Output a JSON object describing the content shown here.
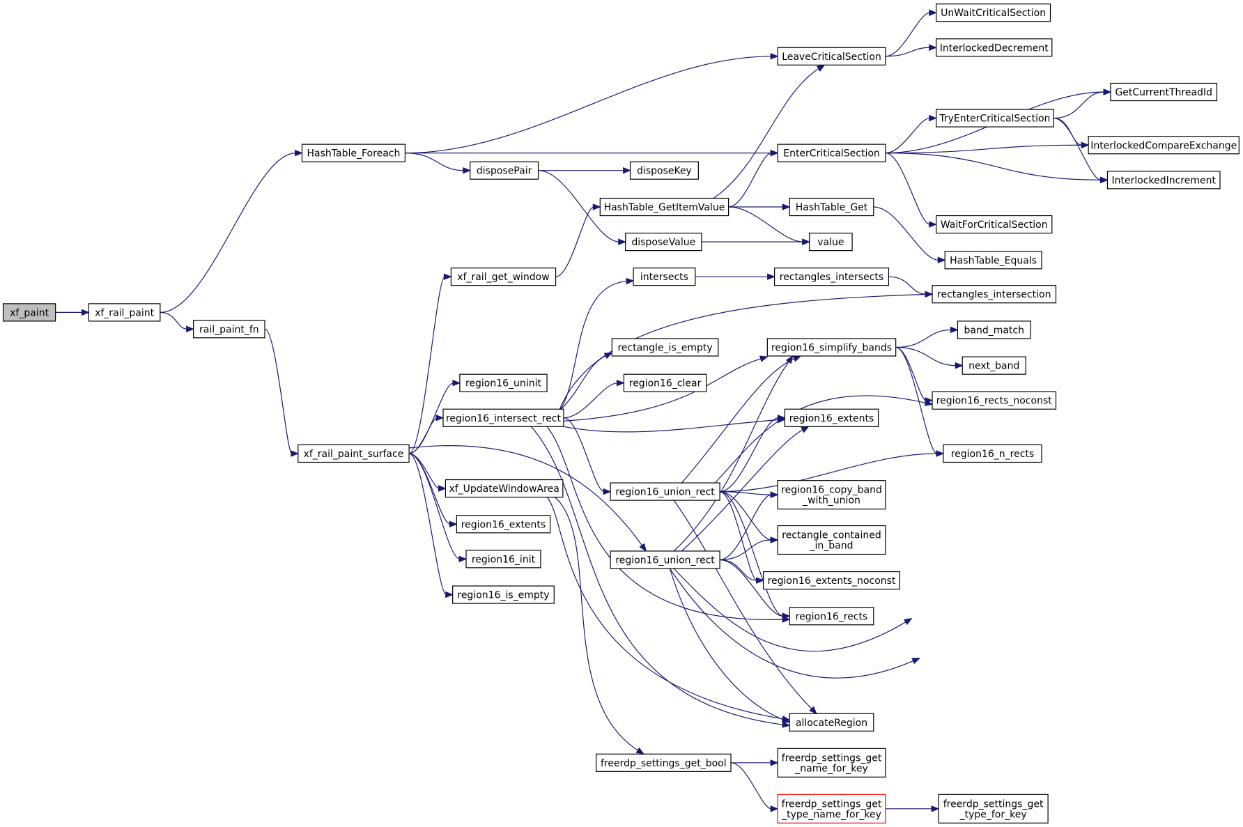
{
  "chart_data": {
    "type": "call-graph",
    "root": "xf_paint",
    "nodes": [
      {
        "id": "xf_paint",
        "lines": [
          "xf_paint"
        ]
      },
      {
        "id": "xf_rail_paint",
        "lines": [
          "xf_rail_paint"
        ]
      },
      {
        "id": "HashTable_Foreach",
        "lines": [
          "HashTable_Foreach"
        ]
      },
      {
        "id": "rail_paint_fn",
        "lines": [
          "rail_paint_fn"
        ]
      },
      {
        "id": "xf_rail_paint_surface",
        "lines": [
          "xf_rail_paint_surface"
        ]
      },
      {
        "id": "LeaveCriticalSection",
        "lines": [
          "LeaveCriticalSection"
        ]
      },
      {
        "id": "UnWaitCriticalSection",
        "lines": [
          "UnWaitCriticalSection"
        ]
      },
      {
        "id": "InterlockedDecrement",
        "lines": [
          "InterlockedDecrement"
        ]
      },
      {
        "id": "EnterCriticalSection",
        "lines": [
          "EnterCriticalSection"
        ]
      },
      {
        "id": "GetCurrentThreadId",
        "lines": [
          "GetCurrentThreadId"
        ]
      },
      {
        "id": "TryEnterCriticalSection",
        "lines": [
          "TryEnterCriticalSection"
        ]
      },
      {
        "id": "InterlockedCompareExchange",
        "lines": [
          "InterlockedCompareExchange"
        ]
      },
      {
        "id": "InterlockedIncrement",
        "lines": [
          "InterlockedIncrement"
        ]
      },
      {
        "id": "WaitForCriticalSection",
        "lines": [
          "WaitForCriticalSection"
        ]
      },
      {
        "id": "disposePair",
        "lines": [
          "disposePair"
        ]
      },
      {
        "id": "disposeKey",
        "lines": [
          "disposeKey"
        ]
      },
      {
        "id": "disposeValue",
        "lines": [
          "disposeValue"
        ]
      },
      {
        "id": "HashTable_GetItemValue",
        "lines": [
          "HashTable_GetItemValue"
        ]
      },
      {
        "id": "HashTable_Get",
        "lines": [
          "HashTable_Get"
        ]
      },
      {
        "id": "value",
        "lines": [
          "value"
        ]
      },
      {
        "id": "HashTable_Equals",
        "lines": [
          "HashTable_Equals"
        ]
      },
      {
        "id": "xf_rail_get_window",
        "lines": [
          "xf_rail_get_window"
        ]
      },
      {
        "id": "intersects",
        "lines": [
          "intersects"
        ]
      },
      {
        "id": "rectangles_intersects",
        "lines": [
          "rectangles_intersects"
        ]
      },
      {
        "id": "rectangles_intersection",
        "lines": [
          "rectangles_intersection"
        ]
      },
      {
        "id": "rectangle_is_empty",
        "lines": [
          "rectangle_is_empty"
        ]
      },
      {
        "id": "region16_uninit",
        "lines": [
          "region16_uninit"
        ]
      },
      {
        "id": "region16_clear",
        "lines": [
          "region16_clear"
        ]
      },
      {
        "id": "region16_intersect_rect",
        "lines": [
          "region16_intersect_rect"
        ]
      },
      {
        "id": "region16_simplify_bands",
        "lines": [
          "region16_simplify_bands"
        ]
      },
      {
        "id": "band_match",
        "lines": [
          "band_match"
        ]
      },
      {
        "id": "next_band",
        "lines": [
          "next_band"
        ]
      },
      {
        "id": "region16_rects_noconst",
        "lines": [
          "region16_rects_noconst"
        ]
      },
      {
        "id": "region16_extents_r",
        "lines": [
          "region16_extents"
        ]
      },
      {
        "id": "region16_n_rects",
        "lines": [
          "region16_n_rects"
        ]
      },
      {
        "id": "xf_UpdateWindowArea",
        "lines": [
          "xf_UpdateWindowArea"
        ]
      },
      {
        "id": "region16_union_rect_a",
        "lines": [
          "region16_union_rect"
        ]
      },
      {
        "id": "region16_copy_band_with_union",
        "lines": [
          "region16_copy_band",
          "_with_union"
        ]
      },
      {
        "id": "region16_extents_l",
        "lines": [
          "region16_extents"
        ]
      },
      {
        "id": "rectangle_contained_in_band",
        "lines": [
          "rectangle_contained",
          "_in_band"
        ]
      },
      {
        "id": "region16_init",
        "lines": [
          "region16_init"
        ]
      },
      {
        "id": "region16_union_rect_b",
        "lines": [
          "region16_union_rect"
        ]
      },
      {
        "id": "region16_extents_noconst",
        "lines": [
          "region16_extents_noconst"
        ]
      },
      {
        "id": "region16_is_empty",
        "lines": [
          "region16_is_empty"
        ]
      },
      {
        "id": "region16_rects",
        "lines": [
          "region16_rects"
        ]
      },
      {
        "id": "allocateRegion",
        "lines": [
          "allocateRegion"
        ]
      },
      {
        "id": "freerdp_settings_get_bool",
        "lines": [
          "freerdp_settings_get_bool"
        ]
      },
      {
        "id": "freerdp_settings_get_name_for_key",
        "lines": [
          "freerdp_settings_get",
          "_name_for_key"
        ]
      },
      {
        "id": "freerdp_settings_get_type_name_for_key",
        "lines": [
          "freerdp_settings_get",
          "_type_name_for_key"
        ]
      },
      {
        "id": "freerdp_settings_get_type_for_key",
        "lines": [
          "freerdp_settings_get",
          "_type_for_key"
        ]
      }
    ],
    "edges": [
      [
        "xf_paint",
        "xf_rail_paint"
      ],
      [
        "xf_rail_paint",
        "HashTable_Foreach"
      ],
      [
        "xf_rail_paint",
        "rail_paint_fn"
      ],
      [
        "HashTable_Foreach",
        "LeaveCriticalSection"
      ],
      [
        "HashTable_Foreach",
        "EnterCriticalSection"
      ],
      [
        "HashTable_Foreach",
        "disposePair"
      ],
      [
        "LeaveCriticalSection",
        "UnWaitCriticalSection"
      ],
      [
        "LeaveCriticalSection",
        "InterlockedDecrement"
      ],
      [
        "EnterCriticalSection",
        "GetCurrentThreadId"
      ],
      [
        "EnterCriticalSection",
        "TryEnterCriticalSection"
      ],
      [
        "EnterCriticalSection",
        "InterlockedCompareExchange"
      ],
      [
        "EnterCriticalSection",
        "InterlockedIncrement"
      ],
      [
        "EnterCriticalSection",
        "WaitForCriticalSection"
      ],
      [
        "TryEnterCriticalSection",
        "GetCurrentThreadId"
      ],
      [
        "TryEnterCriticalSection",
        "InterlockedCompareExchange"
      ],
      [
        "TryEnterCriticalSection",
        "InterlockedIncrement"
      ],
      [
        "disposePair",
        "disposeKey"
      ],
      [
        "disposePair",
        "disposeValue"
      ],
      [
        "disposeValue",
        "value"
      ],
      [
        "HashTable_GetItemValue",
        "LeaveCriticalSection"
      ],
      [
        "HashTable_GetItemValue",
        "EnterCriticalSection"
      ],
      [
        "HashTable_GetItemValue",
        "HashTable_Get"
      ],
      [
        "HashTable_GetItemValue",
        "value"
      ],
      [
        "HashTable_Get",
        "HashTable_Equals"
      ],
      [
        "rail_paint_fn",
        "xf_rail_paint_surface"
      ],
      [
        "xf_rail_paint_surface",
        "xf_rail_get_window"
      ],
      [
        "xf_rail_paint_surface",
        "region16_uninit"
      ],
      [
        "xf_rail_paint_surface",
        "region16_intersect_rect"
      ],
      [
        "xf_rail_paint_surface",
        "xf_UpdateWindowArea"
      ],
      [
        "xf_rail_paint_surface",
        "region16_extents_l"
      ],
      [
        "xf_rail_paint_surface",
        "region16_init"
      ],
      [
        "xf_rail_paint_surface",
        "region16_is_empty"
      ],
      [
        "xf_rail_paint_surface",
        "region16_union_rect_b"
      ],
      [
        "xf_rail_get_window",
        "HashTable_GetItemValue"
      ],
      [
        "region16_intersect_rect",
        "intersects"
      ],
      [
        "region16_intersect_rect",
        "rectangles_intersection"
      ],
      [
        "region16_intersect_rect",
        "rectangle_is_empty"
      ],
      [
        "region16_intersect_rect",
        "region16_clear"
      ],
      [
        "region16_intersect_rect",
        "region16_simplify_bands"
      ],
      [
        "region16_intersect_rect",
        "region16_extents_r"
      ],
      [
        "region16_intersect_rect",
        "region16_union_rect_a"
      ],
      [
        "region16_intersect_rect",
        "region16_rects"
      ],
      [
        "region16_intersect_rect",
        "allocateRegion"
      ],
      [
        "intersects",
        "rectangles_intersects"
      ],
      [
        "rectangles_intersects",
        "rectangles_intersection"
      ],
      [
        "region16_simplify_bands",
        "band_match"
      ],
      [
        "region16_simplify_bands",
        "next_band"
      ],
      [
        "region16_simplify_bands",
        "region16_rects_noconst"
      ],
      [
        "region16_simplify_bands",
        "region16_n_rects"
      ],
      [
        "region16_union_rect_a",
        "region16_simplify_bands"
      ],
      [
        "region16_union_rect_a",
        "region16_extents_r"
      ],
      [
        "region16_union_rect_a",
        "region16_n_rects"
      ],
      [
        "region16_union_rect_a",
        "region16_copy_band_with_union"
      ],
      [
        "region16_union_rect_a",
        "rectangle_contained_in_band"
      ],
      [
        "region16_union_rect_a",
        "region16_extents_noconst"
      ],
      [
        "region16_union_rect_a",
        "region16_rects"
      ],
      [
        "region16_union_rect_a",
        "allocateRegion"
      ],
      [
        "region16_union_rect_a",
        "region16_rects_noconst"
      ],
      [
        "region16_union_rect_b",
        "region16_simplify_bands"
      ],
      [
        "region16_union_rect_b",
        "region16_extents_r"
      ],
      [
        "region16_union_rect_b",
        "region16_copy_band_with_union"
      ],
      [
        "region16_union_rect_b",
        "rectangle_contained_in_band"
      ],
      [
        "region16_union_rect_b",
        "region16_extents_noconst"
      ],
      [
        "region16_union_rect_b",
        "region16_rects"
      ],
      [
        "region16_union_rect_b",
        "allocateRegion"
      ],
      [
        "region16_union_rect_b",
        "region16_rects_noconst"
      ],
      [
        "region16_union_rect_b",
        "region16_n_rects"
      ],
      [
        "xf_UpdateWindowArea",
        "allocateRegion"
      ],
      [
        "xf_UpdateWindowArea",
        "freerdp_settings_get_bool"
      ],
      [
        "freerdp_settings_get_bool",
        "freerdp_settings_get_name_for_key"
      ],
      [
        "freerdp_settings_get_bool",
        "freerdp_settings_get_type_name_for_key"
      ],
      [
        "freerdp_settings_get_type_name_for_key",
        "freerdp_settings_get_type_for_key"
      ]
    ],
    "styles": {
      "edge_color": "#191970",
      "root_fill": "#bfbfbf",
      "node_fill": "#ffffff",
      "node_border": "#000000",
      "highlight_border": "#ff0000",
      "highlight_node": "freerdp_settings_get_type_name_for_key"
    }
  }
}
